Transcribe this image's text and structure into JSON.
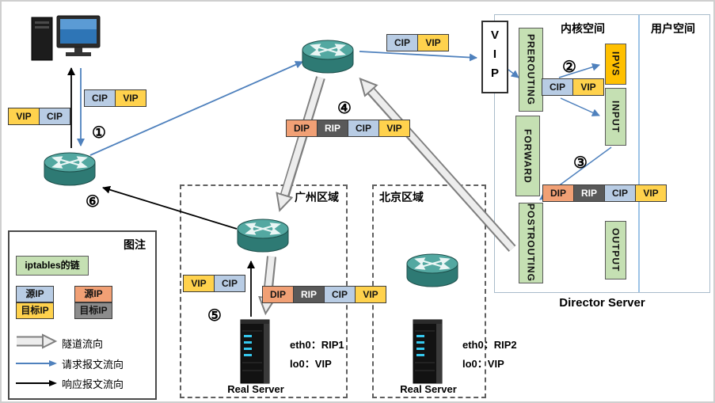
{
  "steps": {
    "s1": "①",
    "s2": "②",
    "s3": "③",
    "s4": "④",
    "s5": "⑤",
    "s6": "⑥"
  },
  "packets": {
    "client_response": [
      "VIP",
      "CIP"
    ],
    "client_request": [
      "CIP",
      "VIP"
    ],
    "to_director": [
      "CIP",
      "VIP"
    ],
    "tunnel_core": [
      "DIP",
      "RIP",
      "CIP",
      "VIP"
    ],
    "director_in": [
      "CIP",
      "VIP"
    ],
    "director_out": [
      "DIP",
      "RIP",
      "CIP",
      "VIP"
    ],
    "gz_tunnel": [
      "DIP",
      "RIP",
      "CIP",
      "VIP"
    ],
    "gz_response": [
      "VIP",
      "CIP"
    ]
  },
  "director": {
    "vip_label": "VIP",
    "kernel_space": "内核空间",
    "user_space": "用户空间",
    "title": "Director Server",
    "chains": {
      "prerouting": "PREROUTING",
      "ipvs": "IPVS",
      "input": "INPUT",
      "forward": "FORWARD",
      "postrouting": "POSTROUTING",
      "output": "OUTPUT"
    }
  },
  "regions": {
    "guangzhou": "广州区域",
    "beijing": "北京区域"
  },
  "servers": {
    "gz": {
      "label": "Real Server",
      "eth0": "eth0：RIP1",
      "lo0": "lo0：VIP"
    },
    "bj": {
      "label": "Real Server",
      "eth0": "eth0：RIP2",
      "lo0": "lo0：VIP"
    }
  },
  "legend": {
    "title": "图注",
    "iptables_chain": "iptables的链",
    "src_request": "源IP",
    "dst_request": "目标IP",
    "src_tunnel": "源IP",
    "dst_tunnel": "目标IP",
    "tunnel_flow": "隧道流向",
    "request_flow": "请求报文流向",
    "response_flow": "响应报文流向"
  },
  "colors": {
    "cip": "#b8cce4",
    "vip": "#ffd24d",
    "dip": "#f1a075",
    "rip": "#595959",
    "chain_green": "#c5e0b3",
    "ipvs_orange": "#ffc000",
    "request_blue": "#4f81bd",
    "response_black": "#000000",
    "tunnel_gray": "#ededed"
  }
}
